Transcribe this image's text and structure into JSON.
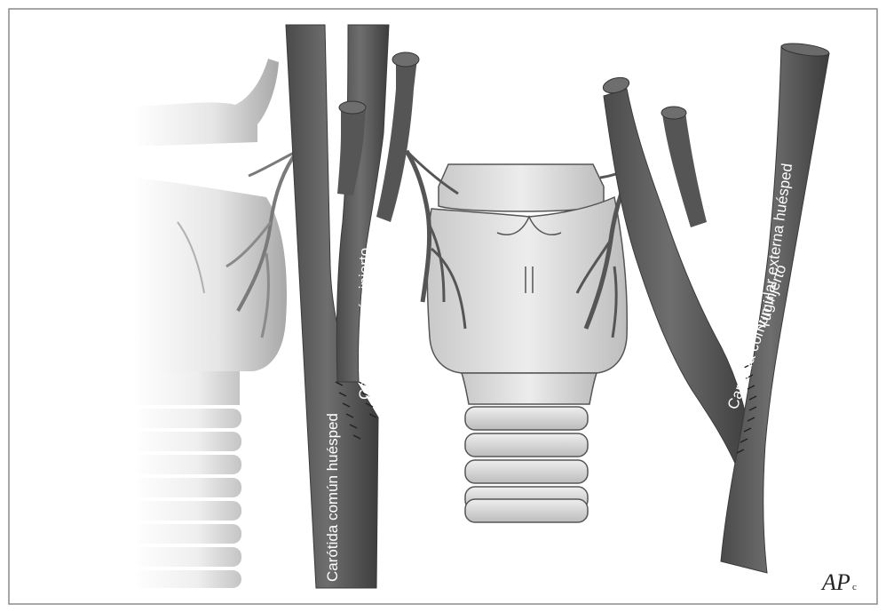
{
  "labels": {
    "left_host": "Carótida común huésped",
    "left_graft": "Carótida común injerto",
    "right_graft": "Carótida común injerto",
    "right_host": "Yugular externa huésped"
  },
  "signature": "AP",
  "signature_suffix": "c",
  "colors": {
    "vessel": "#5c5c5c",
    "vessel_dark": "#3f3f3f",
    "cartilage": "#d9d9d9",
    "border": "#8a8a8a"
  }
}
